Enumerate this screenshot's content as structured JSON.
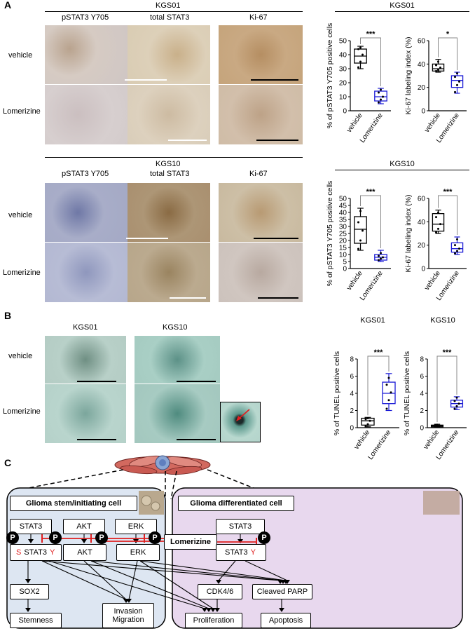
{
  "panel_labels": {
    "A": "A",
    "B": "B",
    "C": "C"
  },
  "panelA": {
    "kgs01_title": "KGS01",
    "kgs10_title": "KGS10",
    "col_pstat3": "pSTAT3 Y705",
    "col_total": "total STAT3",
    "col_ki67": "Ki-67",
    "row_vehicle": "vehicle",
    "row_lomerizine": "Lomerizine"
  },
  "panelB": {
    "col_kgs01": "KGS01",
    "col_kgs10": "KGS10",
    "row_vehicle": "vehicle",
    "row_lomerizine": "Lomerizine"
  },
  "chart_data": [
    {
      "type": "box",
      "title": "KGS01",
      "ylabel": "% of pSTAT3 Y705 positive cells",
      "ylim": [
        0,
        50
      ],
      "yticks": [
        0,
        10,
        20,
        30,
        40,
        50
      ],
      "categories": [
        "vehicle",
        "Lomerizine"
      ],
      "significance": "***",
      "boxes": [
        {
          "name": "vehicle",
          "min": 30,
          "q1": 34,
          "median": 39,
          "q3": 44,
          "max": 46,
          "points": [
            31,
            35,
            40,
            44,
            45
          ],
          "color": "#000000"
        },
        {
          "name": "Lomerizine",
          "min": 5,
          "q1": 7,
          "median": 10,
          "q3": 14,
          "max": 16,
          "points": [
            6,
            8,
            10,
            13,
            15
          ],
          "color": "#1a1ad6"
        }
      ]
    },
    {
      "type": "box",
      "title": "",
      "ylabel": "Ki-67 labeling index (%)",
      "ylim": [
        0,
        60
      ],
      "yticks": [
        0,
        20,
        40,
        60
      ],
      "categories": [
        "vehicle",
        "Lomerizine"
      ],
      "significance": "*",
      "boxes": [
        {
          "name": "vehicle",
          "min": 33,
          "q1": 34,
          "median": 36,
          "q3": 40,
          "max": 44,
          "points": [
            34,
            35,
            37,
            39,
            42
          ],
          "color": "#000000"
        },
        {
          "name": "Lomerizine",
          "min": 15,
          "q1": 20,
          "median": 26,
          "q3": 30,
          "max": 33,
          "points": [
            16,
            22,
            25,
            29,
            32
          ],
          "color": "#1a1ad6"
        }
      ]
    },
    {
      "type": "box",
      "title": "KGS10",
      "ylabel": "% of pSTAT3 Y705 positive cells",
      "ylim": [
        0,
        50
      ],
      "yticks": [
        0,
        5,
        10,
        15,
        20,
        25,
        30,
        35,
        40,
        45,
        50
      ],
      "categories": [
        "vehicle",
        "Lomerizine"
      ],
      "significance": "***",
      "boxes": [
        {
          "name": "vehicle",
          "min": 13,
          "q1": 18,
          "median": 28,
          "q3": 37,
          "max": 43,
          "points": [
            14,
            20,
            27,
            33,
            41
          ],
          "color": "#000000"
        },
        {
          "name": "Lomerizine",
          "min": 5,
          "q1": 6,
          "median": 8,
          "q3": 10,
          "max": 13,
          "points": [
            6,
            7,
            8,
            9,
            11
          ],
          "color": "#1a1ad6"
        }
      ]
    },
    {
      "type": "box",
      "title": "",
      "ylabel": "Ki-67 labeling index (%)",
      "ylim": [
        0,
        60
      ],
      "yticks": [
        0,
        20,
        40,
        60
      ],
      "categories": [
        "vehicle",
        "Lomerizine"
      ],
      "significance": "***",
      "boxes": [
        {
          "name": "vehicle",
          "min": 30,
          "q1": 32,
          "median": 38,
          "q3": 47,
          "max": 50,
          "points": [
            31,
            34,
            38,
            44,
            48
          ],
          "color": "#000000"
        },
        {
          "name": "Lomerizine",
          "min": 12,
          "q1": 14,
          "median": 17,
          "q3": 22,
          "max": 27,
          "points": [
            13,
            15,
            17,
            20,
            25
          ],
          "color": "#1a1ad6"
        }
      ]
    },
    {
      "type": "box",
      "title": "KGS01",
      "ylabel": "% of TUNEL positive cells",
      "ylim": [
        0,
        8
      ],
      "yticks": [
        0,
        2,
        4,
        6,
        8
      ],
      "categories": [
        "vehicle",
        "Lomerizine"
      ],
      "significance": "***",
      "boxes": [
        {
          "name": "vehicle",
          "min": 0.1,
          "q1": 0.3,
          "median": 0.8,
          "q3": 1.1,
          "max": 1.2,
          "points": [
            0.2,
            0.4,
            0.8,
            1.0,
            1.1
          ],
          "color": "#000000"
        },
        {
          "name": "Lomerizine",
          "min": 2.0,
          "q1": 2.8,
          "median": 4.0,
          "q3": 5.3,
          "max": 6.3,
          "points": [
            2.2,
            3.2,
            4.1,
            5.0,
            5.8
          ],
          "color": "#1a1ad6"
        }
      ]
    },
    {
      "type": "box",
      "title": "KGS10",
      "ylabel": "% of TUNEL positive cells",
      "ylim": [
        0,
        8
      ],
      "yticks": [
        0,
        2,
        4,
        6,
        8
      ],
      "categories": [
        "vehicle",
        "Lomerizine"
      ],
      "significance": "***",
      "boxes": [
        {
          "name": "vehicle",
          "min": 0.05,
          "q1": 0.1,
          "median": 0.2,
          "q3": 0.3,
          "max": 0.4,
          "points": [
            0.1,
            0.15,
            0.2,
            0.3,
            0.35
          ],
          "color": "#000000"
        },
        {
          "name": "Lomerizine",
          "min": 2.1,
          "q1": 2.4,
          "median": 2.8,
          "q3": 3.2,
          "max": 3.6,
          "points": [
            2.2,
            2.5,
            2.8,
            3.1,
            3.5
          ],
          "color": "#1a1ad6"
        }
      ]
    }
  ],
  "panelC": {
    "stem_title": "Glioma stem/initiating cell",
    "diff_title": "Glioma differentiated cell",
    "stat3": "STAT3",
    "akt": "AKT",
    "erk": "ERK",
    "lomerizine": "Lomerizine",
    "p": "P",
    "s": "S",
    "y": "Y",
    "sox2": "SOX2",
    "stemness": "Stemness",
    "invasion": "Invasion",
    "migration": "Migration",
    "cdk": "CDK4/6",
    "parp": "Cleaved PARP",
    "proliferation": "Proliferation",
    "apoptosis": "Apoptosis",
    "stem_color": "#dde6f2",
    "diff_color": "#e8d8ee",
    "inhibit_color": "#e02020"
  }
}
